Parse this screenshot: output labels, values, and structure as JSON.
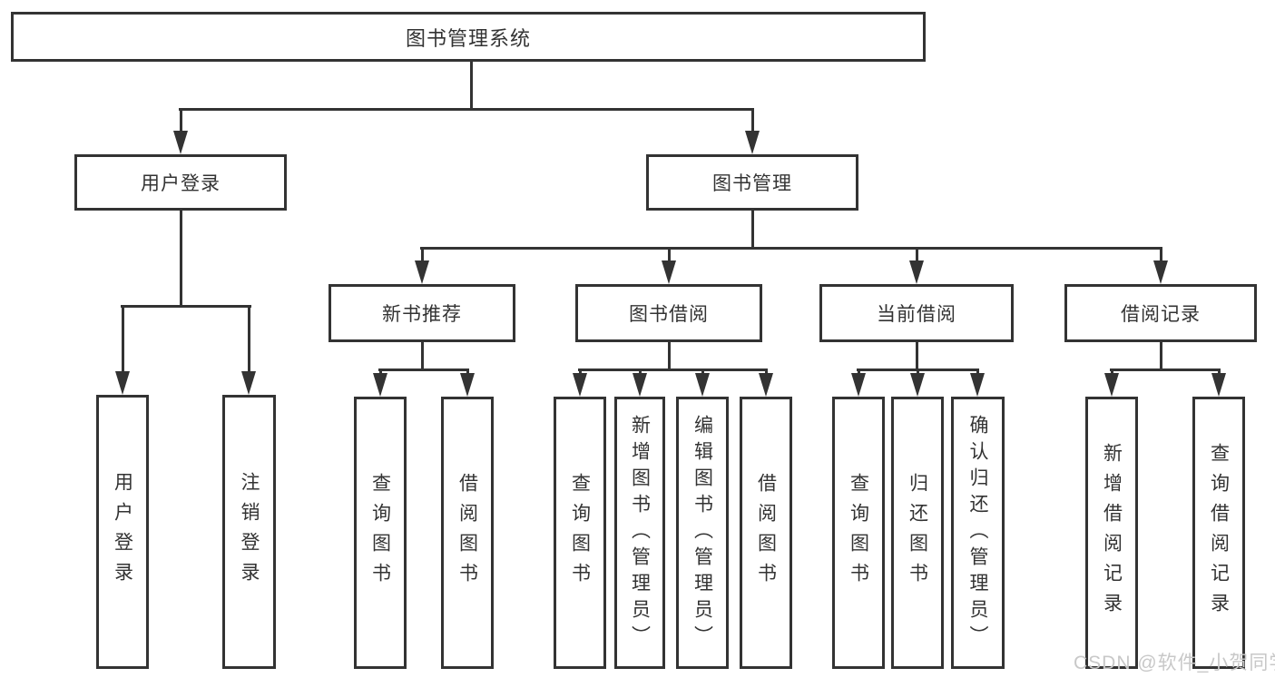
{
  "nodes": {
    "root": {
      "label": "图书管理系统"
    },
    "user_login": {
      "label": "用户登录"
    },
    "book_mgmt": {
      "label": "图书管理"
    },
    "new_book_rec": {
      "label": "新书推荐"
    },
    "book_borrow": {
      "label": "图书借阅"
    },
    "current_borrow": {
      "label": "当前借阅"
    },
    "borrow_records": {
      "label": "借阅记录"
    },
    "leaf_user_login": {
      "label": "用户登录"
    },
    "leaf_logout": {
      "label": "注销登录"
    },
    "leaf_query_book_1": {
      "label": "查询图书"
    },
    "leaf_borrow_book_1": {
      "label": "借阅图书"
    },
    "leaf_query_book_2": {
      "label": "查询图书"
    },
    "leaf_add_book": {
      "label": "新增图书（管理员）"
    },
    "leaf_edit_book": {
      "label": "编辑图书（管理员）"
    },
    "leaf_borrow_book_2": {
      "label": "借阅图书"
    },
    "leaf_query_book_3": {
      "label": "查询图书"
    },
    "leaf_return_book": {
      "label": "归还图书"
    },
    "leaf_confirm_return": {
      "label": "确认归还（管理员）"
    },
    "leaf_add_record": {
      "label": "新增借阅记录"
    },
    "leaf_query_record": {
      "label": "查询借阅记录"
    }
  },
  "watermark": {
    "text": "CSDN @软件_小贺同学"
  },
  "colors": {
    "line": "#333333",
    "text": "#333333",
    "background": "#ffffff",
    "watermark": "#c8c8c8"
  }
}
